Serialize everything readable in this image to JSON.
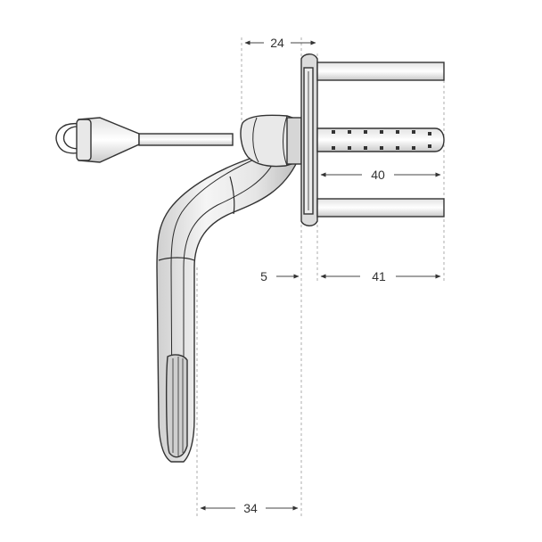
{
  "drawing": {
    "subject": "window-handle-technical-drawing",
    "dimensions": {
      "top_width": "24",
      "spindle_length": "40",
      "gap": "5",
      "bolt_length": "41",
      "handle_offset": "34"
    },
    "colors": {
      "line": "#2b2b2b",
      "fill_light": "#f4f4f4",
      "fill_shade": "#d8d8d8",
      "dim_text": "#333333"
    }
  }
}
